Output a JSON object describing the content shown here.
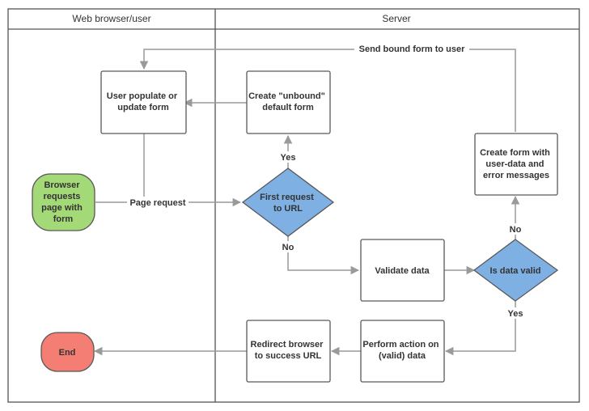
{
  "lanes": {
    "left_title": "Web browser/user",
    "right_title": "Server"
  },
  "nodes": {
    "user_populate": [
      "User populate or",
      "update form"
    ],
    "create_unbound": [
      "Create \"unbound\"",
      "default form"
    ],
    "create_form_errors": [
      "Create form with",
      "user-data and",
      "error messages"
    ],
    "browser_requests": [
      "Browser",
      "requests",
      "page with",
      "form"
    ],
    "first_request": [
      "First request",
      "to URL"
    ],
    "validate": [
      "Validate data"
    ],
    "is_valid": [
      "Is data valid"
    ],
    "end": [
      "End"
    ],
    "redirect": [
      "Redirect browser",
      "to success URL"
    ],
    "perform_action": [
      "Perform action on",
      "(valid) data"
    ]
  },
  "edges": {
    "send_bound": "Send bound form to user",
    "page_request": "Page request",
    "yes_first": "Yes",
    "no_first": "No",
    "no_valid": "No",
    "yes_valid": "Yes"
  },
  "colors": {
    "start": "#a3d977",
    "decision": "#7eb0e3",
    "end": "#f47e73"
  }
}
